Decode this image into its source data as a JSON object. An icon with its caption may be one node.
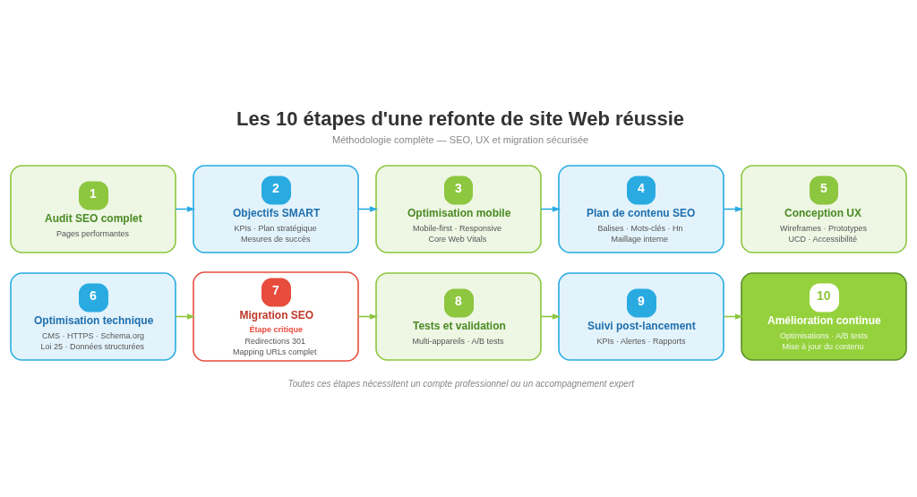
{
  "diagram": {
    "title": "Les 10 étapes d'une refonte de site Web réussie",
    "nodes": [
      {
        "text": [
          "1",
          "Audit SEO complet",
          "Pages performantes"
        ]
      },
      {
        "text": [
          "2",
          "Objectifs SMART",
          "KPIs · Plan stratégique",
          "Mesures de succès"
        ]
      },
      {
        "text": [
          "3",
          "Optimisation mobile",
          "Mobile-first · Responsive",
          "Core Web Vitals"
        ]
      },
      {
        "text": [
          "4",
          "Plan de contenu SEO",
          "Balises · Mots-clés · Hn",
          "Maillage interne"
        ]
      },
      {
        "text": [
          "5",
          "Conception UX",
          "Wireframes · Prototypes",
          "UCD · Accessibilité"
        ]
      },
      {
        "text": [
          "6",
          "Optimisation technique",
          "CMS · HTTPS · Schema.org",
          "Loi 25 · Données structurées"
        ]
      },
      {
        "text": [
          "7",
          "Migration SEO",
          "Étape critique",
          "Redirections 301",
          "Mapping URLs complet"
        ]
      },
      {
        "text": [
          "8",
          "Tests et validation",
          "Multi-appareils · A/B tests"
        ]
      },
      {
        "text": [
          "9",
          "Suivi post-lancement",
          "KPIs · Alertes · Rapports"
        ]
      },
      {
        "text": [
          "10",
          "Amélioration continue",
          "Optimisations · A/B tests",
          "Mise à jour du contenu"
        ]
      }
    ],
    "edges": [
      {
        "from": 0,
        "to": 1,
        "arrow": "to",
        "color": "#29abe2"
      },
      {
        "from": 1,
        "to": 2,
        "arrow": "to",
        "color": "#29abe2"
      },
      {
        "from": 2,
        "to": 3,
        "arrow": "to",
        "color": "#29abe2"
      },
      {
        "from": 3,
        "to": 4,
        "arrow": "to",
        "color": "#29abe2"
      },
      {
        "from": 5,
        "to": 6,
        "arrow": "to",
        "color": "#8dc63f"
      },
      {
        "from": 6,
        "to": 7,
        "arrow": "to",
        "color": "#8dc63f"
      },
      {
        "from": 7,
        "to": 8,
        "arrow": "to",
        "color": "#8dc63f"
      },
      {
        "from": 8,
        "to": 9,
        "arrow": "to",
        "color": "#8dc63f"
      }
    ],
    "labels": [
      "Méthodologie complète — SEO, UX et migration sécurisée",
      "Toutes ces étapes nécessitent un compte professionnel ou un accompagnement expert"
    ]
  }
}
